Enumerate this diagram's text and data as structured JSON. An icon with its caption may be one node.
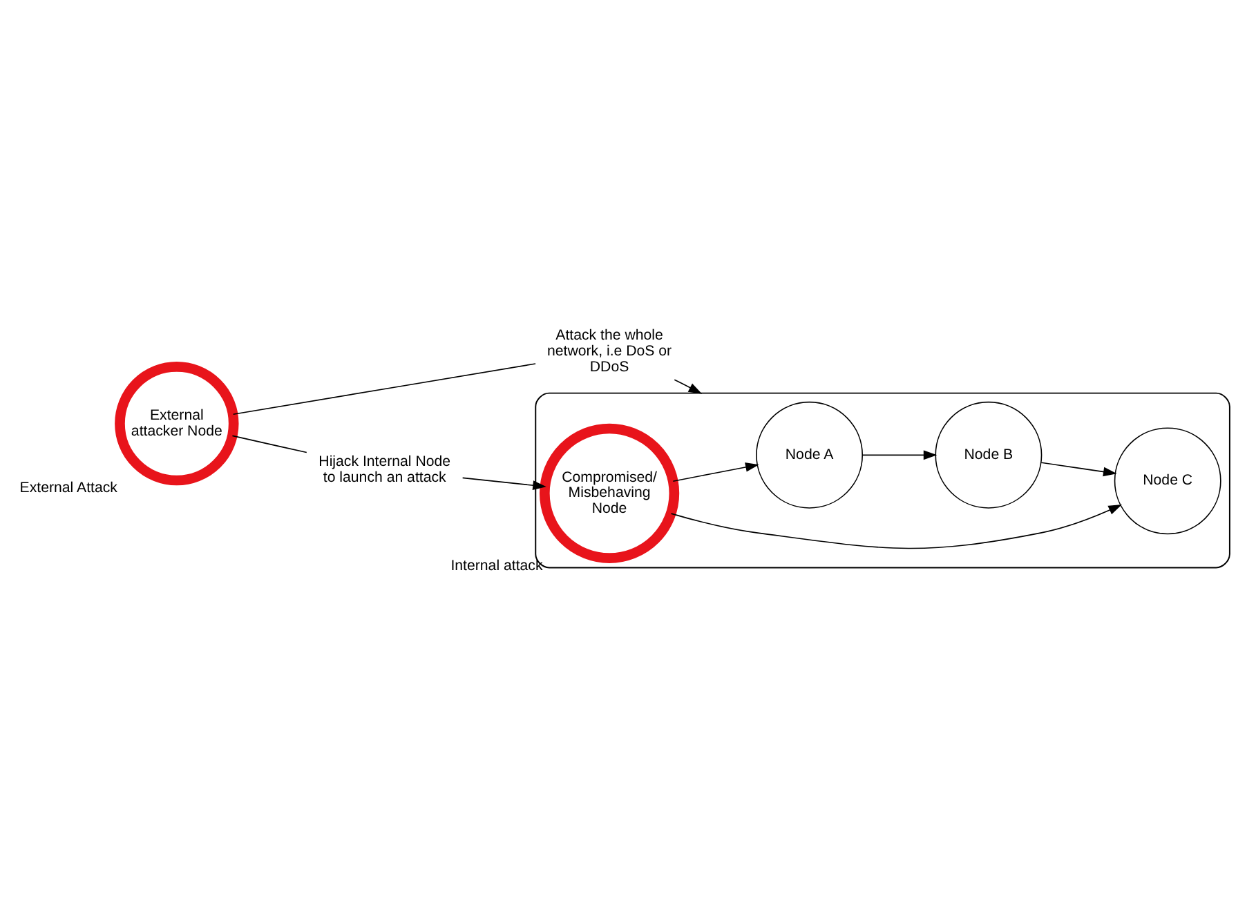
{
  "diagram": {
    "nodes": [
      {
        "text": [],
        "shape": "cloud"
      },
      {
        "text": [
          "Node A"
        ],
        "in": 0
      },
      {
        "text": [
          "Node B"
        ],
        "in": 0
      },
      {
        "text": [
          "Compromised/ Misbehaving Node"
        ],
        "in": 0,
        "beside": [
          "Internal attack"
        ]
      },
      {
        "text": [
          "Node C"
        ],
        "in": 0
      },
      {
        "text": [
          "External attacker Node"
        ],
        "beside": [
          "External Attack"
        ]
      },
      {
        "text": [
          "Attack the whole network, i.e DoS or DDoS"
        ]
      },
      {
        "text": [
          "Hijack Internal Node to launch an attack"
        ]
      }
    ],
    "edges": [
      {
        "from": 1,
        "to": 2,
        "arrow": "to"
      },
      {
        "from": 2,
        "to": 4,
        "arrow": "to"
      },
      {
        "from": 3,
        "to": 1,
        "arrow": "to"
      },
      {
        "from": 3,
        "to": 4,
        "arrow": "to"
      },
      {
        "from": 5,
        "to": 6,
        "arrow": "none"
      },
      {
        "from": 6,
        "to": 0,
        "arrow": "to"
      },
      {
        "from": 5,
        "to": 7,
        "arrow": "none"
      },
      {
        "from": 7,
        "to": 3,
        "arrow": "to"
      }
    ]
  }
}
